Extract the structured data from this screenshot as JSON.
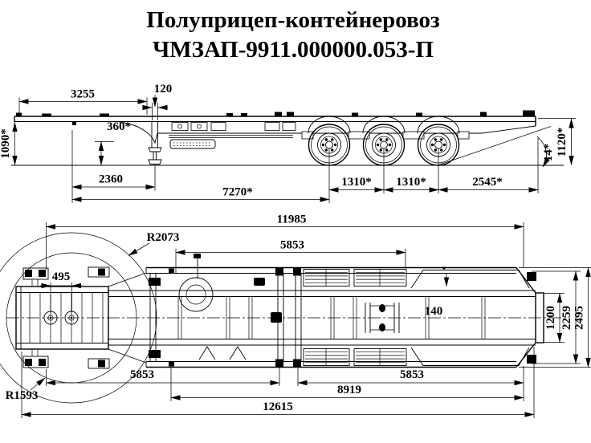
{
  "title": {
    "line1": "Полуприцеп-контейнеровоз",
    "line2": "ЧМЗАП-9911.000000.053-П"
  },
  "colors": {
    "ink": "#000000",
    "paper": "#ffffff"
  },
  "side_view": {
    "dims": {
      "front_deck_length": "3255",
      "step_offset": "120",
      "neck_clearance": "360*",
      "fifth_wheel_height": "1090*",
      "kingpin_to_legs": "2360",
      "kingpin_to_first_axle": "7270*",
      "axle_spacing_1": "1310*",
      "axle_spacing_2": "1310*",
      "rear_overhang": "2545*",
      "rear_height": "1120*",
      "departure_angle": "14*"
    }
  },
  "plan_view": {
    "dims": {
      "lock_span": "11985",
      "mid_span_top": "5853",
      "swing_radius_rear": "R2073",
      "swing_radius_front": "R1593",
      "kingpin_positions": "495",
      "rear_offset": "140",
      "rear_beam_width": "1200",
      "corner_width": "2259",
      "overall_width": "2495",
      "front_span_bottom": "5853",
      "rear_span_bottom": "5853",
      "long_lock_span": "8919",
      "overall_length": "12615"
    }
  }
}
